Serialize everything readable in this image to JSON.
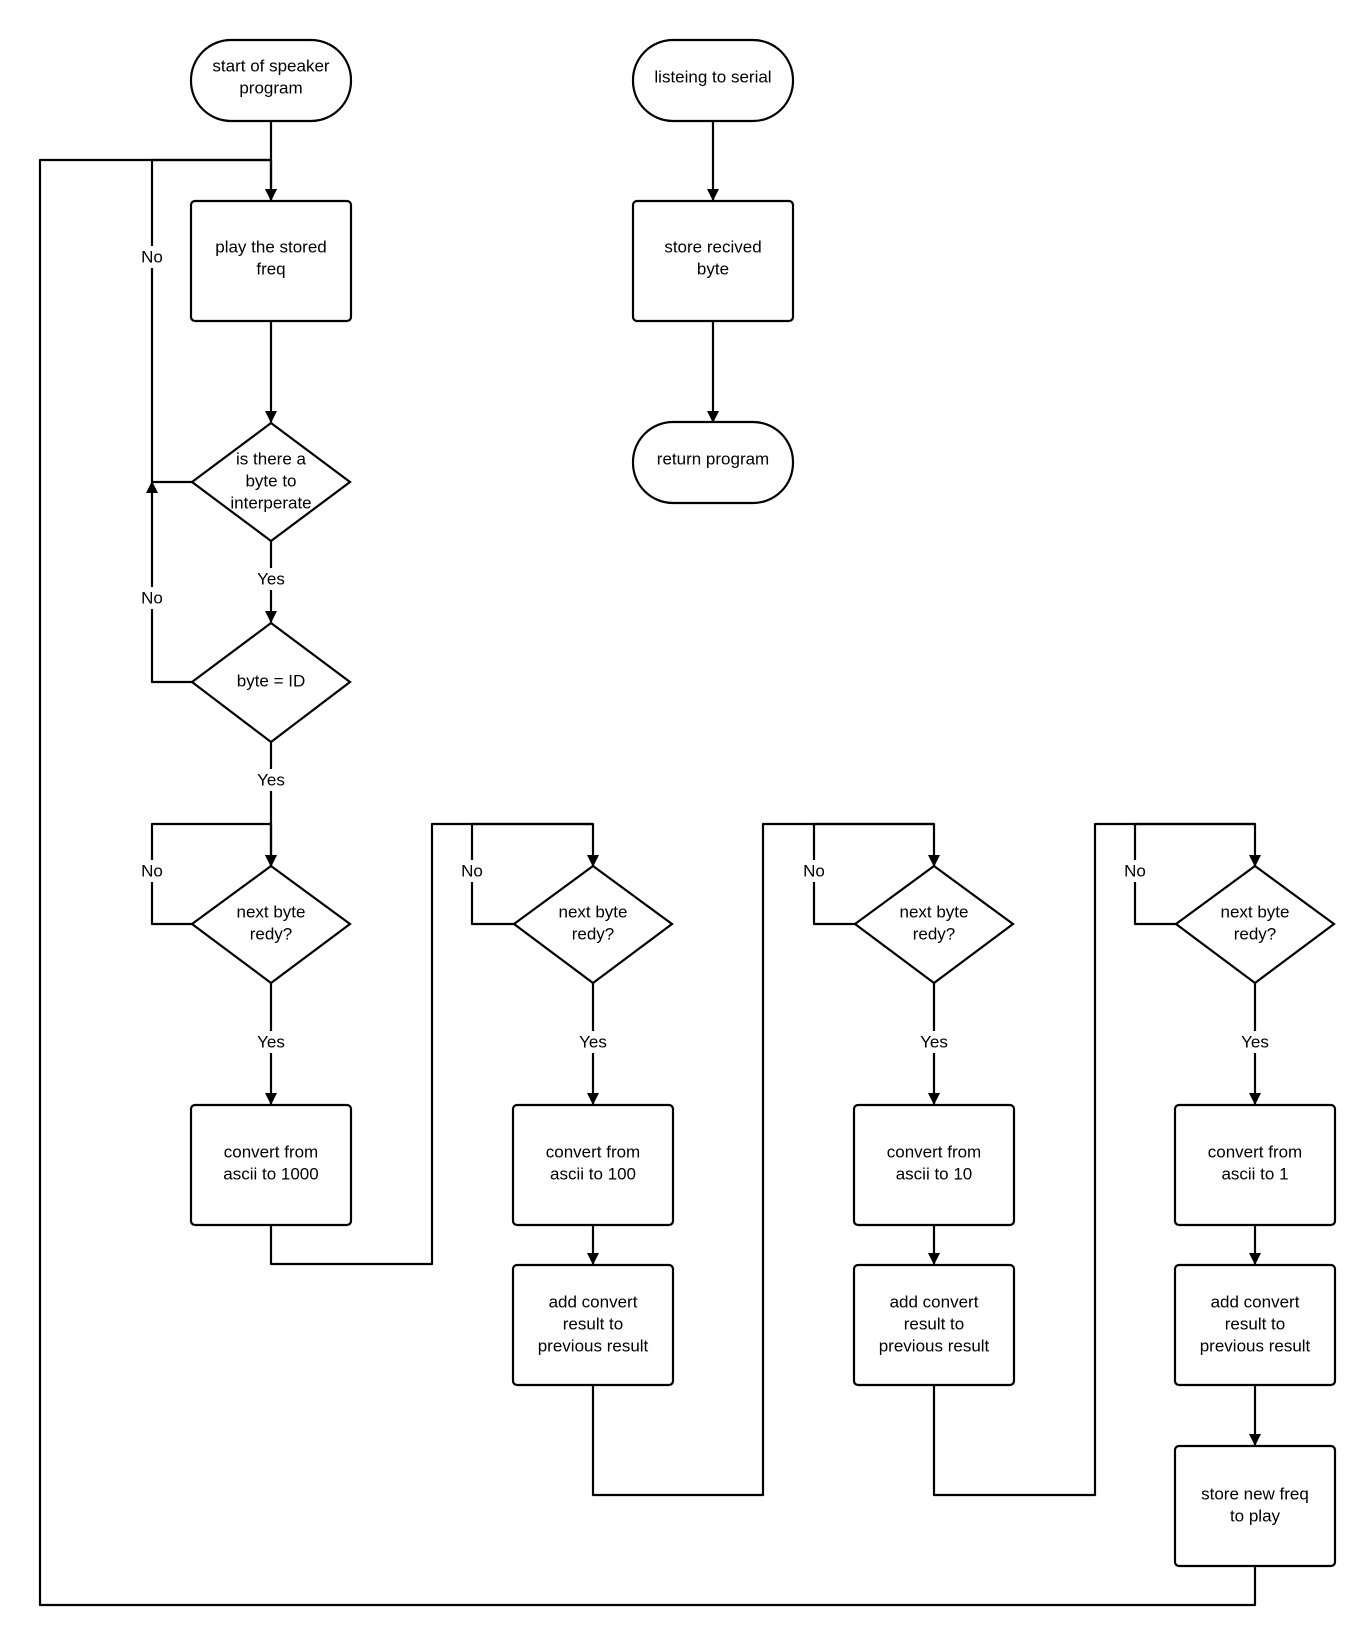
{
  "nodes": {
    "start": {
      "lines": [
        "start of speaker",
        "program"
      ]
    },
    "play": {
      "lines": [
        "play the stored",
        "freq"
      ]
    },
    "check_byte": {
      "lines": [
        "is there a",
        "byte to",
        "interperate"
      ]
    },
    "byte_id": {
      "lines": [
        "byte = ID"
      ]
    },
    "ready1": {
      "lines": [
        "next byte",
        "redy?"
      ]
    },
    "ready2": {
      "lines": [
        "next byte",
        "redy?"
      ]
    },
    "ready3": {
      "lines": [
        "next byte",
        "redy?"
      ]
    },
    "ready4": {
      "lines": [
        "next byte",
        "redy?"
      ]
    },
    "conv1000": {
      "lines": [
        "convert from",
        "ascii to 1000"
      ]
    },
    "conv100": {
      "lines": [
        "convert from",
        "ascii to 100"
      ]
    },
    "conv10": {
      "lines": [
        "convert from",
        "ascii to 10"
      ]
    },
    "conv1": {
      "lines": [
        "convert from",
        "ascii to 1"
      ]
    },
    "add100": {
      "lines": [
        "add convert",
        "result to",
        "previous result"
      ]
    },
    "add10": {
      "lines": [
        "add convert",
        "result to",
        "previous result"
      ]
    },
    "add1": {
      "lines": [
        "add convert",
        "result to",
        "previous result"
      ]
    },
    "store_freq": {
      "lines": [
        "store new freq",
        "to play"
      ]
    },
    "listen": {
      "lines": [
        "listeing to serial"
      ]
    },
    "store_byte": {
      "lines": [
        "store recived",
        "byte"
      ]
    },
    "return": {
      "lines": [
        "return program"
      ]
    }
  },
  "edge_labels": {
    "no_top": "No",
    "no_mid": "No",
    "yes_1": "Yes",
    "yes_2": "Yes",
    "no_r1": "No",
    "no_r2": "No",
    "no_r3": "No",
    "no_r4": "No",
    "yes_r1": "Yes",
    "yes_r2": "Yes",
    "yes_r3": "Yes",
    "yes_r4": "Yes"
  }
}
